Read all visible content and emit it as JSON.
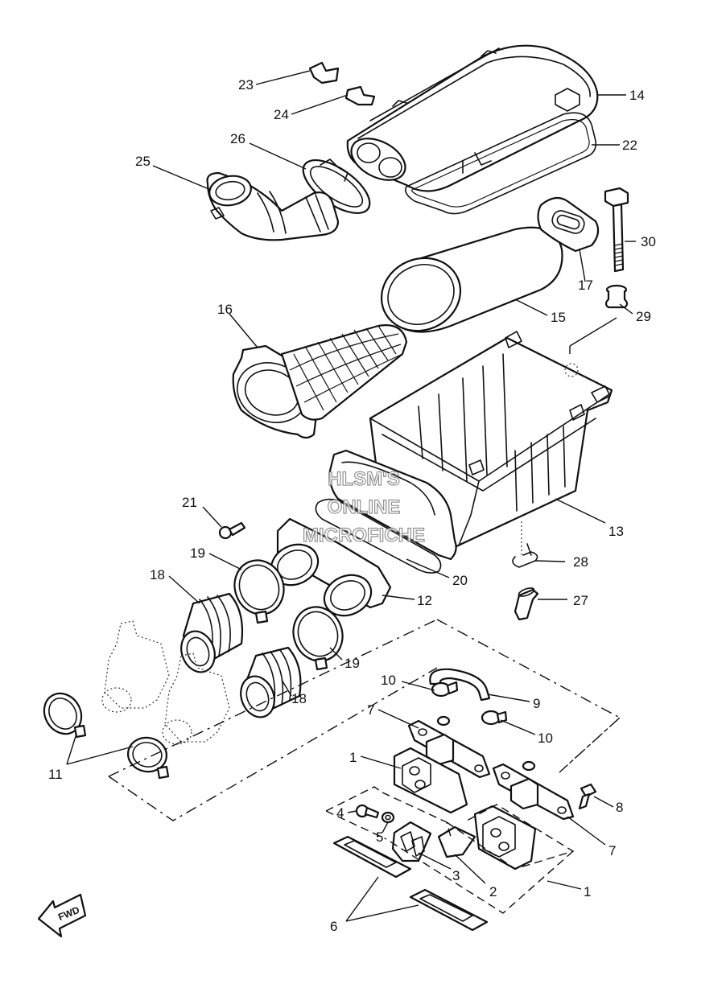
{
  "callouts": {
    "c1a": "1",
    "c1b": "1",
    "c2": "2",
    "c3": "3",
    "c4": "4",
    "c5": "5",
    "c6": "6",
    "c7a": "7",
    "c7b": "7",
    "c8": "8",
    "c9": "9",
    "c10a": "10",
    "c10b": "10",
    "c11": "11",
    "c12": "12",
    "c13": "13",
    "c14": "14",
    "c15": "15",
    "c16": "16",
    "c17": "17",
    "c18a": "18",
    "c18b": "18",
    "c19a": "19",
    "c19b": "19",
    "c20": "20",
    "c21": "21",
    "c22": "22",
    "c23": "23",
    "c24": "24",
    "c25": "25",
    "c26": "26",
    "c27": "27",
    "c28": "28",
    "c29": "29",
    "c30": "30"
  },
  "watermark": {
    "line1": "HLSM'S",
    "line2": "ONLINE",
    "line3": "MICROFICHE"
  },
  "fwd_label": "FWD"
}
